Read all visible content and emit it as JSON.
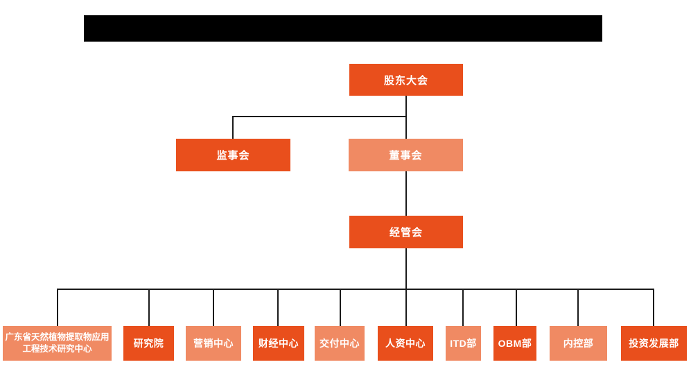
{
  "colors": {
    "primary_box": "#E94F1C",
    "secondary_box": "#F08A63",
    "connector_line": "#1A1A1A",
    "box_text": "#FFFFFF",
    "redacted_bar": "#000000",
    "background": "#FFFFFF"
  },
  "nodes": {
    "shareholders": {
      "label": "股东大会",
      "variant": "primary"
    },
    "supervisory": {
      "label": "监事会",
      "variant": "primary"
    },
    "board": {
      "label": "董事会",
      "variant": "secondary"
    },
    "management": {
      "label": "经管会",
      "variant": "primary"
    },
    "dept1": {
      "label": "广东省天然植物提取物应用工程技术研究中心",
      "variant": "secondary"
    },
    "dept2": {
      "label": "研究院",
      "variant": "primary"
    },
    "dept3": {
      "label": "营销中心",
      "variant": "secondary"
    },
    "dept4": {
      "label": "财经中心",
      "variant": "primary"
    },
    "dept5": {
      "label": "交付中心",
      "variant": "secondary"
    },
    "dept6": {
      "label": "人资中心",
      "variant": "primary"
    },
    "dept7": {
      "label": "ITD部",
      "variant": "secondary"
    },
    "dept8": {
      "label": "OBM部",
      "variant": "primary"
    },
    "dept9": {
      "label": "内控部",
      "variant": "secondary"
    },
    "dept10": {
      "label": "投资发展部",
      "variant": "primary"
    }
  },
  "hierarchy": {
    "root": "股东大会",
    "children_of_root": [
      "监事会",
      "董事会"
    ],
    "children_of_board": [
      "经管会"
    ],
    "children_of_management": [
      "广东省天然植物提取物应用工程技术研究中心",
      "研究院",
      "营销中心",
      "财经中心",
      "交付中心",
      "人资中心",
      "ITD部",
      "OBM部",
      "内控部",
      "投资发展部"
    ]
  }
}
